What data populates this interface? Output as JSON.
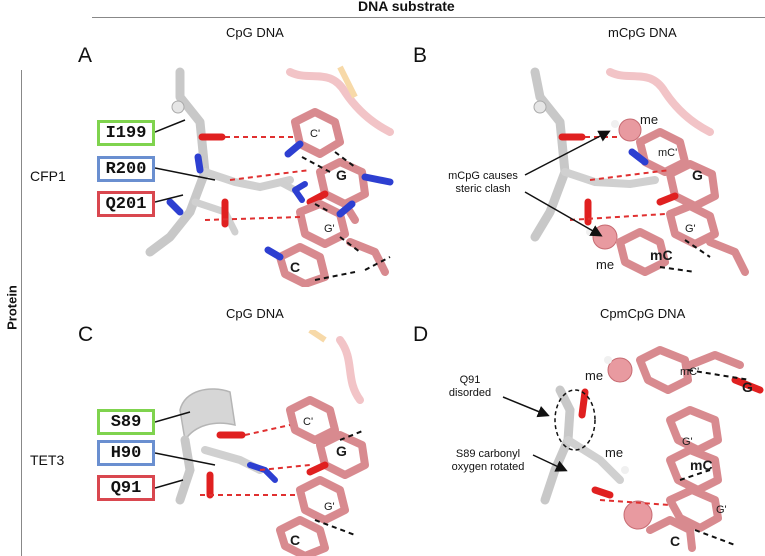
{
  "header": {
    "title": "DNA substrate"
  },
  "axis": {
    "protein_label": "Protein"
  },
  "columns": {
    "left": "CpG DNA",
    "right_top": "mCpG DNA",
    "left_bottom": "CpG DNA",
    "right_bottom": "CpmCpG DNA"
  },
  "rows": {
    "top": "CFP1",
    "bottom": "TET3"
  },
  "panels": {
    "a": "A",
    "b": "B",
    "c": "C",
    "d": "D"
  },
  "residues": {
    "cfp1": [
      {
        "label": "I199",
        "color": "#7fd34e"
      },
      {
        "label": "R200",
        "color": "#6a8fd0"
      },
      {
        "label": "Q201",
        "color": "#d9474f"
      }
    ],
    "tet3": [
      {
        "label": "S89",
        "color": "#7fd34e"
      },
      {
        "label": "H90",
        "color": "#6a8fd0"
      },
      {
        "label": "Q91",
        "color": "#d9474f"
      }
    ]
  },
  "bases": {
    "a": {
      "c_prime": "C'",
      "g": "G",
      "g_prime": "G'",
      "c": "C"
    },
    "b": {
      "me_top": "me",
      "mc_prime": "mC'",
      "g": "G",
      "g_prime": "G'",
      "mc": "mC",
      "me_bottom": "me"
    },
    "c": {
      "c_prime": "C'",
      "g": "G",
      "g_prime": "G'",
      "c": "C"
    },
    "d": {
      "me_top": "me",
      "mc_prime": "mC'",
      "g_top": "G",
      "g_prime": "G'",
      "mc": "mC",
      "me_mid": "me",
      "g_prime_bottom": "G'",
      "c": "C"
    }
  },
  "annotations": {
    "steric": "mCpG causes\nsteric clash",
    "q91_disordered": "Q91\ndisorded",
    "s89_rotated": "S89 carbonyl\noxygen rotated"
  },
  "colors": {
    "protein": "#d4d4d4",
    "dna": "#d88a8f",
    "nitrogen": "#2d3fd1",
    "oxygen": "#e02020",
    "hbond_red": "#e03030",
    "hbond_black": "#111111"
  }
}
